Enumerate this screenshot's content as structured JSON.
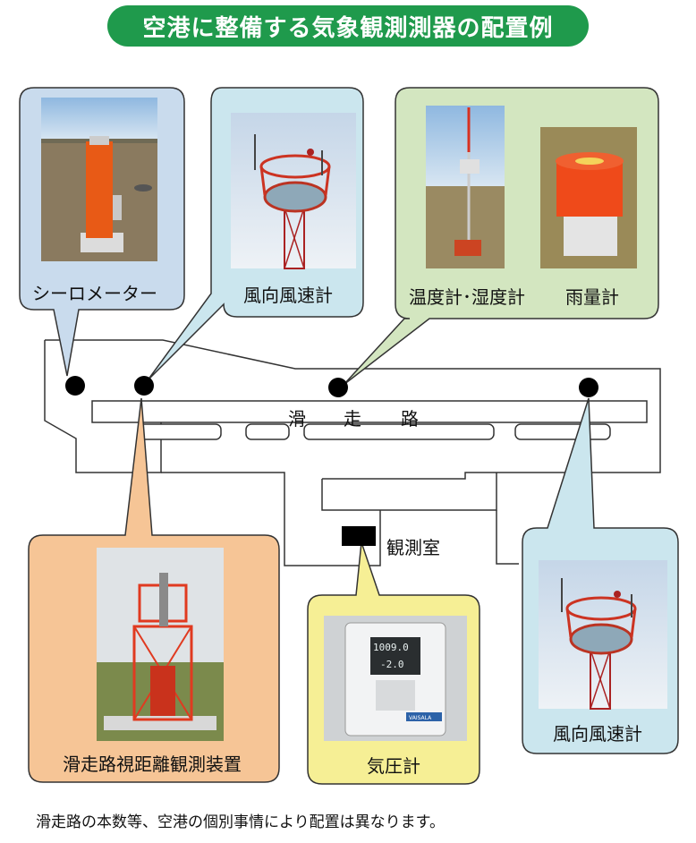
{
  "title": "空港に整備する気象観測測器の配置例",
  "instruments": {
    "ceilometer": "シーロメーター",
    "wind_left": "風向風速計",
    "thermo_hygro": "温度計･湿度計",
    "rain_gauge": "雨量計",
    "rvr": "滑走路視距離観測装置",
    "barometer": "気圧計",
    "wind_right": "風向風速計"
  },
  "runway": {
    "c1": "滑",
    "c2": "走",
    "c3": "路"
  },
  "observatory": "観測室",
  "barometer_display": {
    "line1": "1009.0",
    "line2": "-2.0",
    "brand": "VAISALA"
  },
  "footer": "滑走路の本数等、空港の個別事情により配置は異なります。",
  "colors": {
    "title_bg": "#1f9a4c",
    "blue_callout": "#c9dbed",
    "light_blue_callout": "#cbe6ee",
    "green_callout": "#d3e6c0",
    "orange_callout": "#f6c596",
    "yellow_callout": "#f6ef95"
  }
}
